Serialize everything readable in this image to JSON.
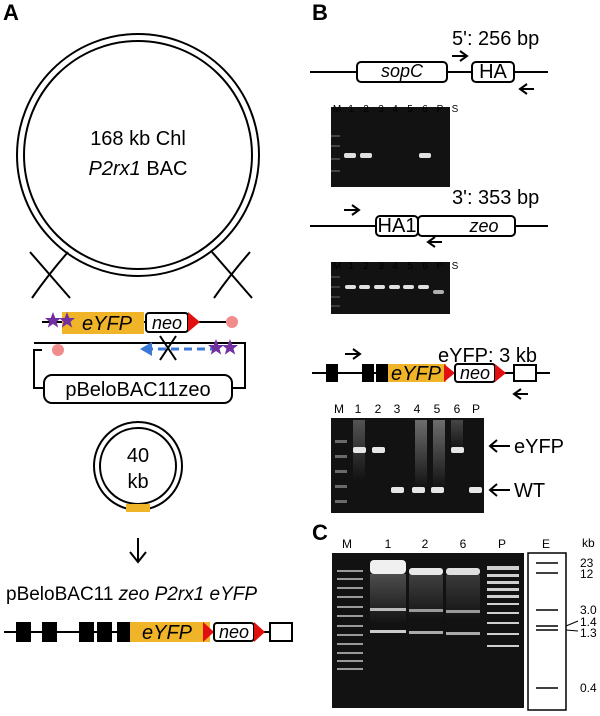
{
  "panels": {
    "a": "A",
    "b": "B",
    "c": "C"
  },
  "panel_a": {
    "bac_line1": "168 kb Chl",
    "bac_line2_italic": "P2rx1",
    "bac_line2_rest": " BAC",
    "cassette_eyfp": "eYFP",
    "cassette_neo": "neo",
    "vector_label": "pBeloBAC11zeo",
    "circle_line1": "40",
    "circle_line2": "kb",
    "result_plain": "pBeloBAC11 ",
    "result_italic": "zeo P2rx1 eYFP",
    "final_eyfp": "eYFP",
    "final_neo": "neo"
  },
  "panel_b": {
    "assay1": {
      "title": "5': 256 bp",
      "box1": "sopC",
      "box2": "HA",
      "lanes": [
        "M",
        "1",
        "2",
        "3",
        "4",
        "5",
        "6",
        "P",
        "S"
      ]
    },
    "assay2": {
      "title": "3': 353 bp",
      "box1": "HA1",
      "box2": "zeo",
      "lanes": [
        "M",
        "1",
        "2",
        "3",
        "4",
        "5",
        "6",
        "P",
        "S"
      ]
    },
    "assay3": {
      "title": "eYFP: 3 kb",
      "eyfp": "eYFP",
      "neo": "neo",
      "lanes": [
        "M",
        "1",
        "2",
        "3",
        "4",
        "5",
        "6",
        "P"
      ],
      "band_upper": "eYFP",
      "band_lower": "WT"
    }
  },
  "panel_c": {
    "lanes": [
      "M",
      "1",
      "2",
      "6",
      "P",
      "E"
    ],
    "unit": "kb",
    "markers": [
      "23",
      "12",
      "3.0",
      "1.4",
      "1.3",
      "0.4"
    ]
  },
  "colors": {
    "eyfp_fill": "#f0b428",
    "red_arrow": "#e01010",
    "pink_dot": "#f08c8c",
    "star": "#7030a0",
    "dashed_arrow": "#3c78d8",
    "gel_bg": "#121212"
  }
}
